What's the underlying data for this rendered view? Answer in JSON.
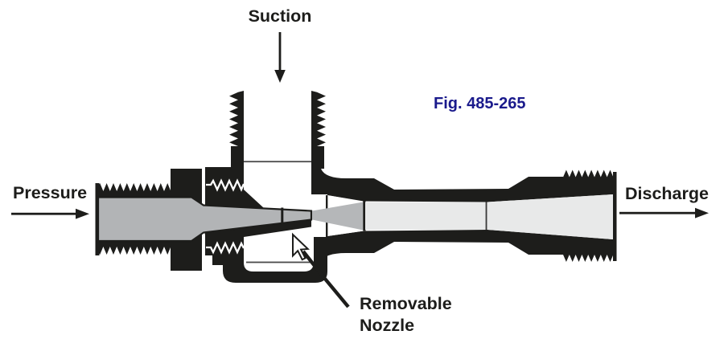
{
  "figure": {
    "caption": "Fig. 485-265"
  },
  "labels": {
    "suction": "Suction",
    "pressure": "Pressure",
    "discharge": "Discharge",
    "removable_nozzle_line1": "Removable",
    "removable_nozzle_line2": "Nozzle"
  },
  "colors": {
    "background": "#ffffff",
    "body_black": "#1d1d1b",
    "label_black": "#1d1d1b",
    "caption_blue": "#1a1a8c",
    "pressure_fluid": "#b2b4b6",
    "jet_fluid": "#b5b7b9",
    "discharge_fluid": "#e8e9e9",
    "section_line": "#4a4a4a",
    "joint_line": "#3a3a3a"
  }
}
